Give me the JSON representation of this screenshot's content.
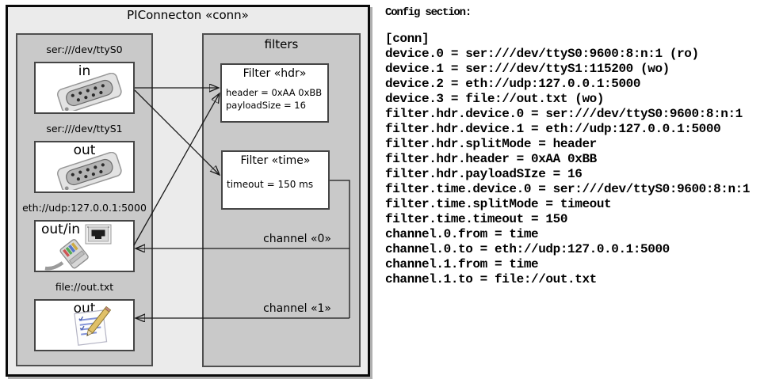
{
  "colors": {
    "frame_bg": "#ebebeb",
    "panel_bg": "#c9c9c9",
    "box_bg": "#ffffff",
    "wire": "#1a1a1a",
    "border_dark": "#4f4f4f",
    "text": "#000000"
  },
  "diagram": {
    "title": "PIConnecton «conn»",
    "devices_panel": {
      "devices": [
        {
          "label": "ser:///dev/ttyS0",
          "port": "in",
          "icon": "db9-serial-connector-icon"
        },
        {
          "label": "ser:///dev/ttyS1",
          "port": "out",
          "icon": "db9-serial-connector-icon"
        },
        {
          "label": "eth://udp:127.0.0.1:5000",
          "port": "out/in",
          "icon": "ethernet-connector-icon"
        },
        {
          "label": "file://out.txt",
          "port": "out",
          "icon": "notepad-file-icon"
        }
      ]
    },
    "filters_panel": {
      "title": "filters",
      "filters": [
        {
          "title": "Filter «hdr»",
          "attributes": [
            "header = 0xAA 0xBB",
            "payloadSize = 16"
          ]
        },
        {
          "title": "Filter «time»",
          "attributes": [
            "timeout = 150 ms"
          ]
        }
      ],
      "channels": [
        {
          "label": "channel «0»"
        },
        {
          "label": "channel «1»"
        }
      ]
    }
  },
  "config": {
    "heading": "Config section:",
    "lines": [
      "[conn]",
      "device.0 = ser:///dev/ttyS0:9600:8:n:1 (ro)",
      "device.1 = ser:///dev/ttyS1:115200 (wo)",
      "device.2 = eth://udp:127.0.0.1:5000",
      "device.3 = file://out.txt (wo)",
      "filter.hdr.device.0 = ser:///dev/ttyS0:9600:8:n:1",
      "filter.hdr.device.1 = eth://udp:127.0.0.1:5000",
      "filter.hdr.splitMode = header",
      "filter.hdr.header = 0xAA 0xBB",
      "filter.hdr.payloadSIze = 16",
      "filter.time.device.0 = ser:///dev/ttyS0:9600:8:n:1",
      "filter.time.splitMode = timeout",
      "filter.time.timeout = 150",
      "channel.0.from = time",
      "channel.0.to = eth://udp:127.0.0.1:5000",
      "channel.1.from = time",
      "channel.1.to = file://out.txt"
    ]
  }
}
